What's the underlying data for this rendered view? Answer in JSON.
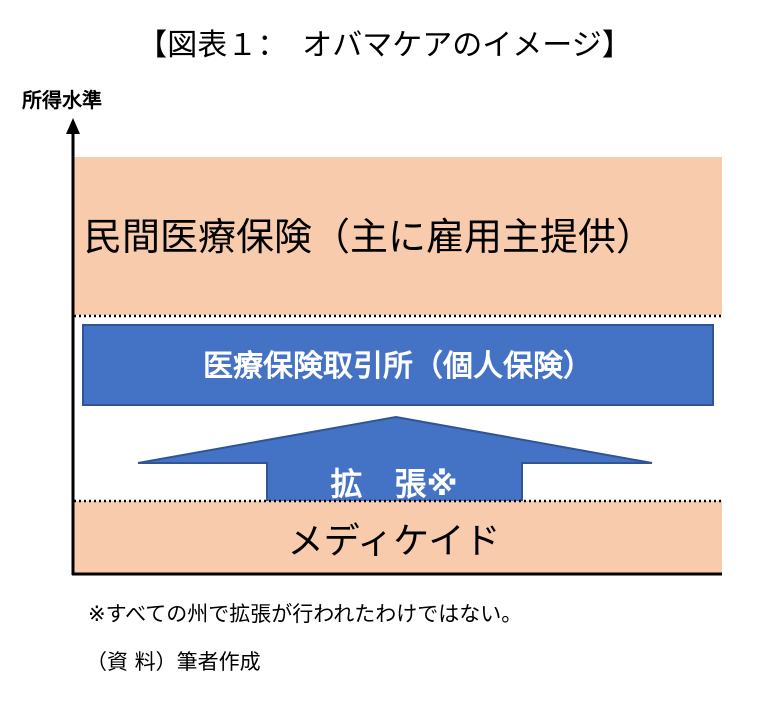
{
  "title": "【図表１：　オバマケアのイメージ】",
  "y_axis_label": "所得水準",
  "blocks": {
    "private_insurance": "民間医療保険（主に雇用主提供）",
    "exchange": "医療保険取引所（個人保険）",
    "expansion": "拡　張※",
    "medicaid": "メディケイド"
  },
  "footnote": "※すべての州で拡張が行われたわけではない。",
  "source": "（資 料）筆者作成",
  "colors": {
    "salmon": "#F8CBAD",
    "blue": "#4472C4",
    "dark_blue": "#2F5597",
    "axis": "#000000"
  }
}
